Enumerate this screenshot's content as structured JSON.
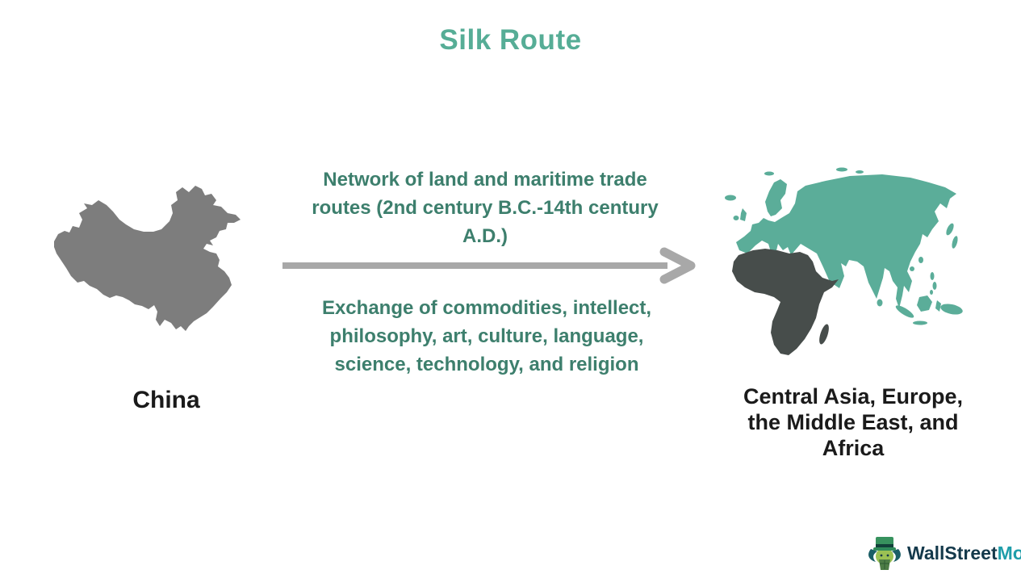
{
  "title": "Silk Route",
  "left_region": {
    "label": "China",
    "map_name": "china-silhouette",
    "map_color": "#7D7D7D"
  },
  "center": {
    "top_text": "Network of land and maritime trade routes (2nd century B.C.-14th century A.D.)",
    "bottom_text": "Exchange of commodities, intellect, philosophy, art, culture, language, science, technology, and religion",
    "text_color": "#3D7F6D",
    "arrow_direction": "right",
    "arrow_color": "#A8A8A8"
  },
  "right_region": {
    "label": "Central Asia, Europe, the Middle East, and Africa",
    "map_name": "eurasia-africa-map",
    "eurasia_color": "#5BAD99",
    "africa_color": "#474D4B"
  },
  "branding": {
    "brand_primary": "WallStreet",
    "brand_secondary": "Mojo",
    "primary_color": "#14394B",
    "secondary_color": "#1F9EAA"
  },
  "colors": {
    "title": "#56AD96",
    "label_text": "#1a1a1a"
  }
}
